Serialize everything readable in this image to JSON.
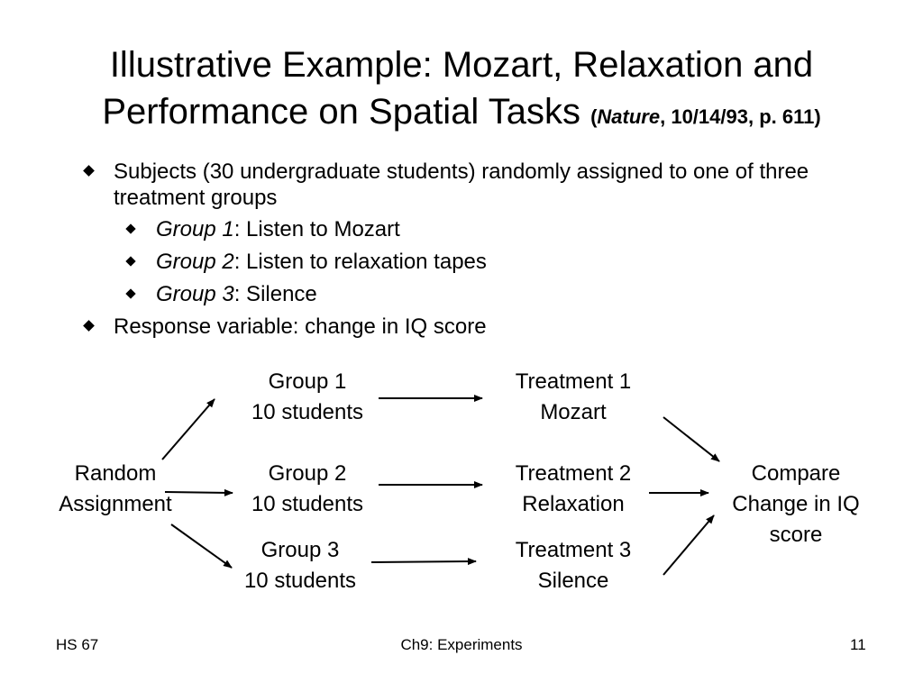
{
  "title": {
    "line1": "Illustrative Example: Mozart, Relaxation and",
    "line2": "Performance on Spatial Tasks",
    "cite_open": "(",
    "cite_journal": "Nature",
    "cite_rest": ", 10/14/93, p. 611)"
  },
  "bullets": {
    "subjects": "Subjects (30 undergraduate students) randomly assigned to one of three treatment groups",
    "groups": [
      {
        "name": "Group 1",
        "desc": ": Listen to Mozart"
      },
      {
        "name": "Group 2",
        "desc": ": Listen to relaxation tapes"
      },
      {
        "name": "Group 3",
        "desc": ": Silence"
      }
    ],
    "response": "Response variable: change in IQ score"
  },
  "diagram": {
    "random": [
      "Random",
      "Assignment"
    ],
    "groups": [
      [
        "Group 1",
        "10 students"
      ],
      [
        "Group 2",
        "10 students"
      ],
      [
        "Group 3",
        "10 students"
      ]
    ],
    "treatments": [
      [
        "Treatment 1",
        "Mozart"
      ],
      [
        "Treatment 2",
        "Relaxation"
      ],
      [
        "Treatment 3",
        "Silence"
      ]
    ],
    "compare": [
      "Compare",
      "Change in IQ",
      "score"
    ]
  },
  "footer": {
    "left": "HS 67",
    "center": "Ch9: Experiments",
    "right": "11"
  }
}
